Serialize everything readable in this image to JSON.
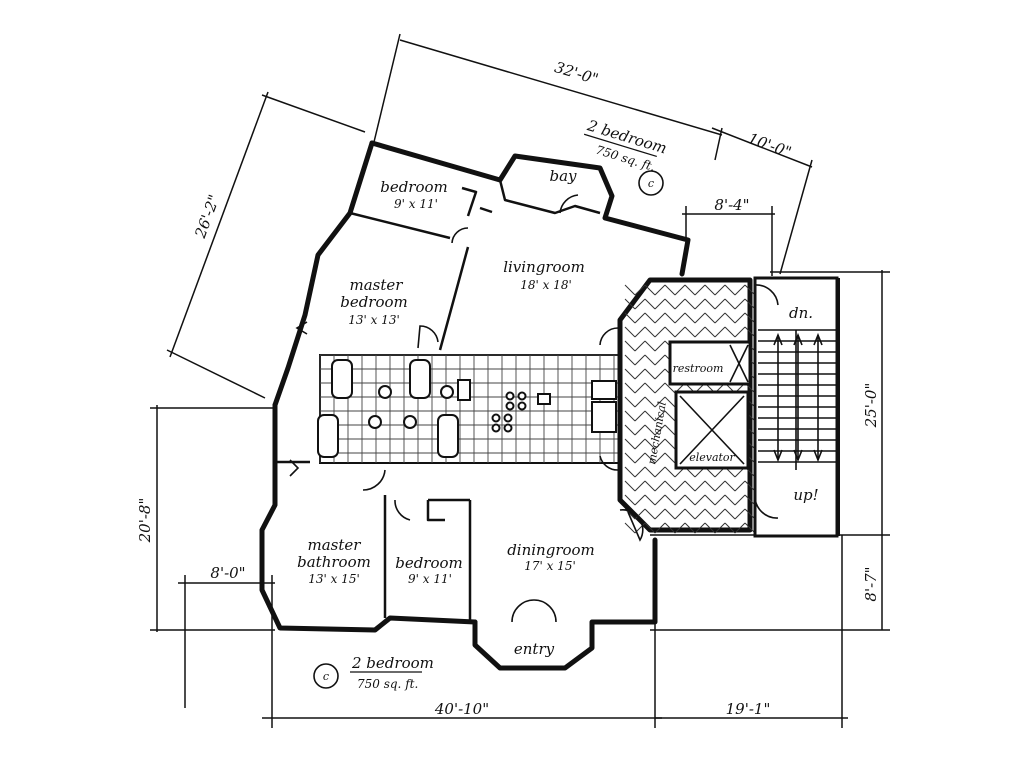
{
  "units": {
    "top": {
      "title": "2 bedroom",
      "area": "750 sq. ft.",
      "badge": "c"
    },
    "bottom": {
      "title": "2 bedroom",
      "area": "750 sq. ft.",
      "badge": "c"
    }
  },
  "rooms": {
    "bedroom_top": {
      "name": "bedroom",
      "size": "9' x 11'"
    },
    "bay": {
      "name": "bay"
    },
    "livingroom": {
      "name": "livingroom",
      "size": "18' x 18'"
    },
    "master_bedroom": {
      "name_line1": "master",
      "name_line2": "bedroom",
      "size": "13' x 13'"
    },
    "restroom": {
      "name": "restroom"
    },
    "mechanical": {
      "name": "mechanical"
    },
    "elevator": {
      "name": "elevator"
    },
    "stair_down": {
      "name": "dn."
    },
    "stair_up": {
      "name": "up!"
    },
    "master_bathroom": {
      "name_line1": "master",
      "name_line2": "bathroom",
      "size": "13' x 15'"
    },
    "bedroom_bottom": {
      "name": "bedroom",
      "size": "9' x 11'"
    },
    "diningroom": {
      "name": "diningroom",
      "size": "17' x 15'"
    },
    "entry": {
      "name": "entry"
    }
  },
  "dimensions": {
    "top_width": "32'-0\"",
    "top_side": "10'-0\"",
    "top_inner": "8'-4\"",
    "left_depth": "26'-2\"",
    "right_depth": "25'-0\"",
    "right_small": "8'-7\"",
    "left_height": "20'-8\"",
    "left_small": "8'-0\"",
    "bottom_main": "40'-10\"",
    "bottom_side": "19'-1\""
  }
}
